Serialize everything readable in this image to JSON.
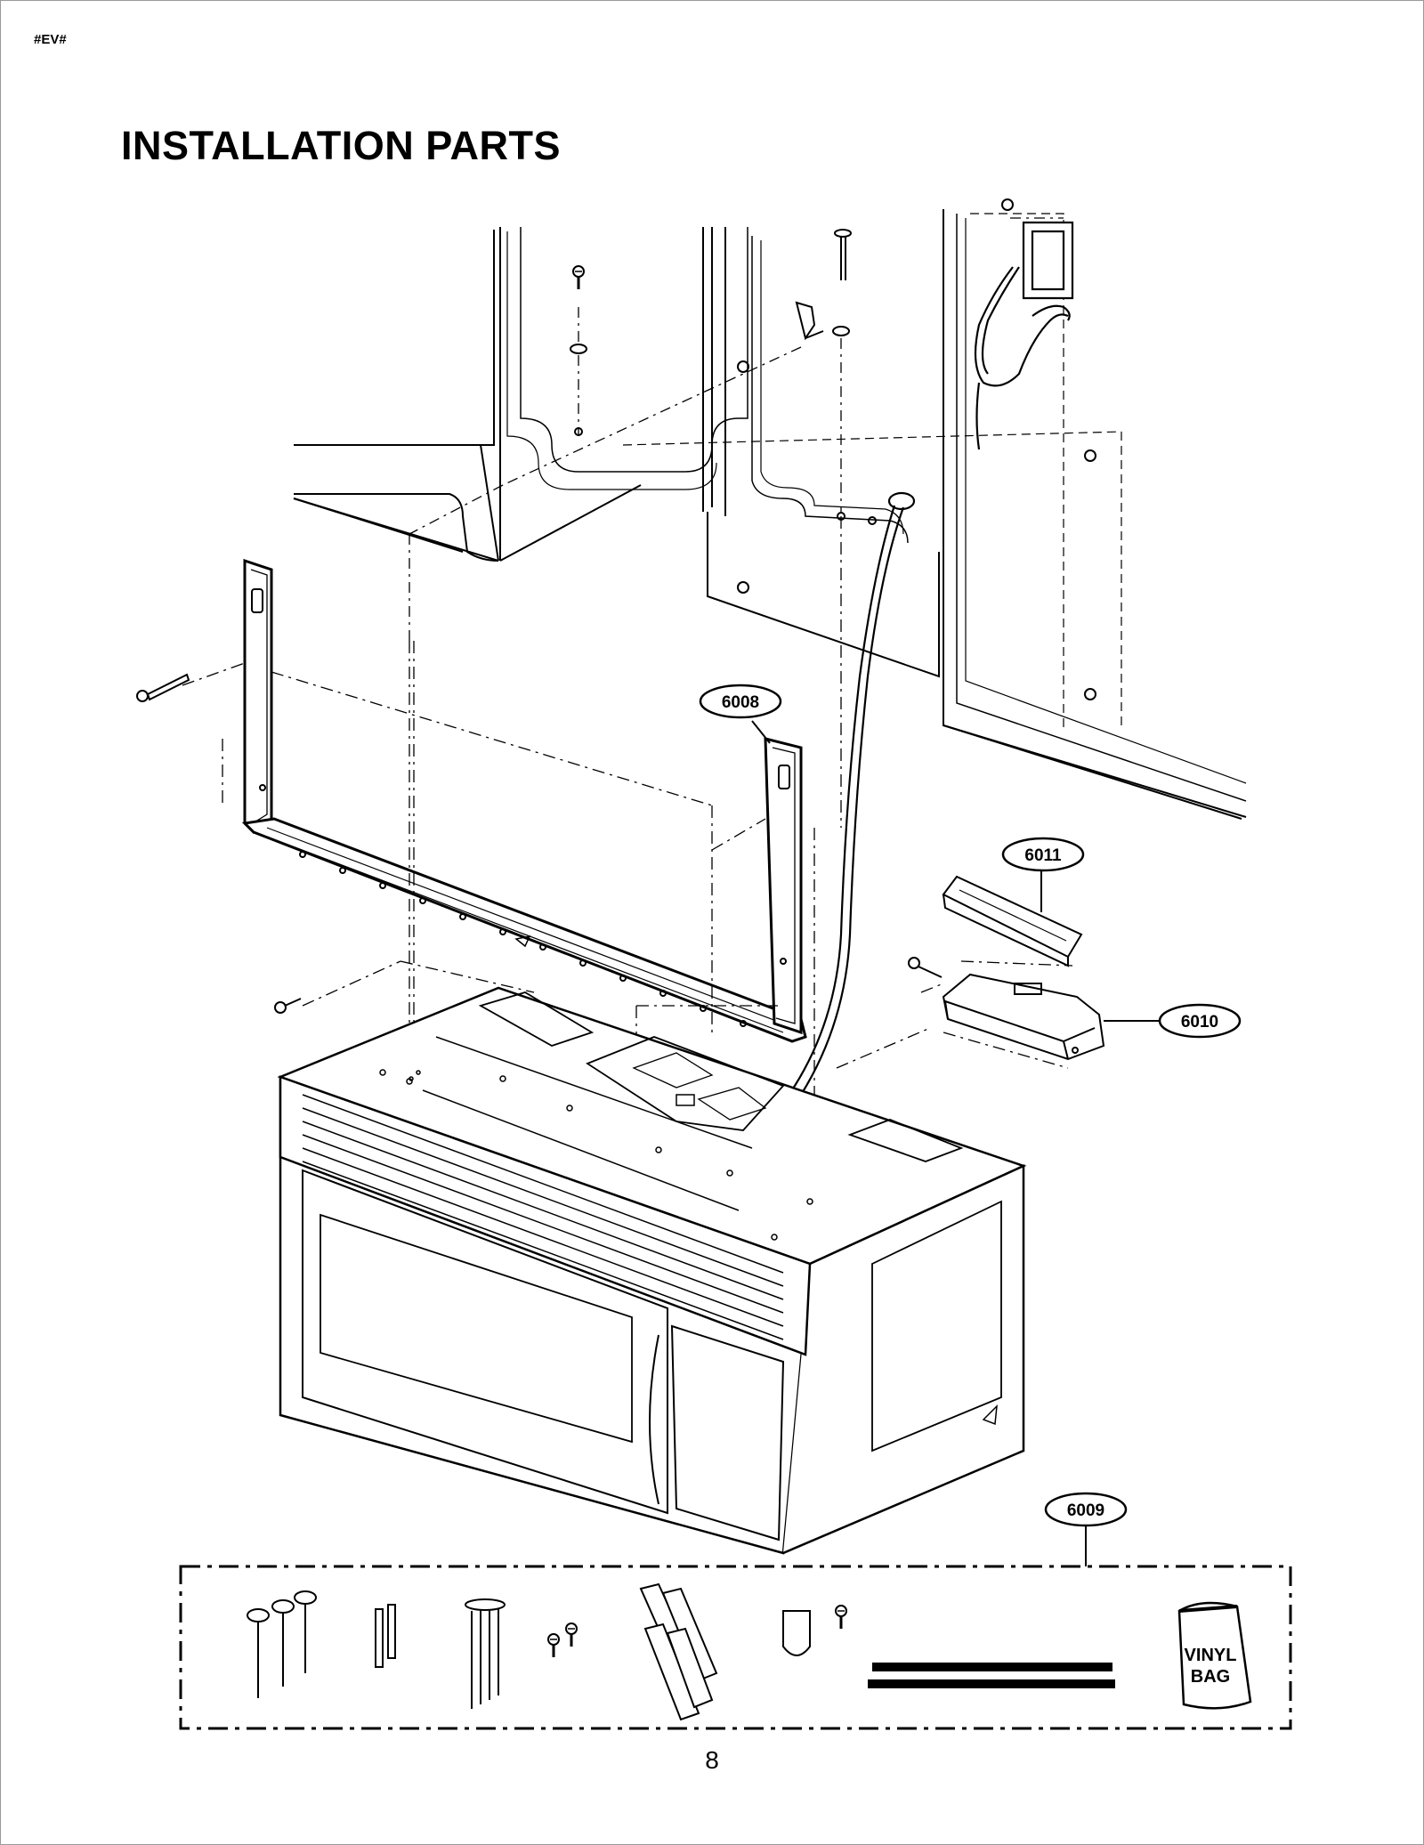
{
  "header": {
    "doc_code": "#EV#",
    "title": "INSTALLATION PARTS"
  },
  "callouts": {
    "mounting_plate": "6008",
    "hardware_kit": "6009",
    "damper_box": "6010",
    "damper_cover": "6011"
  },
  "kit_contents": {
    "vinyl_bag_line1": "VINYL",
    "vinyl_bag_line2": "BAG"
  },
  "footer": {
    "page_number": "8"
  }
}
